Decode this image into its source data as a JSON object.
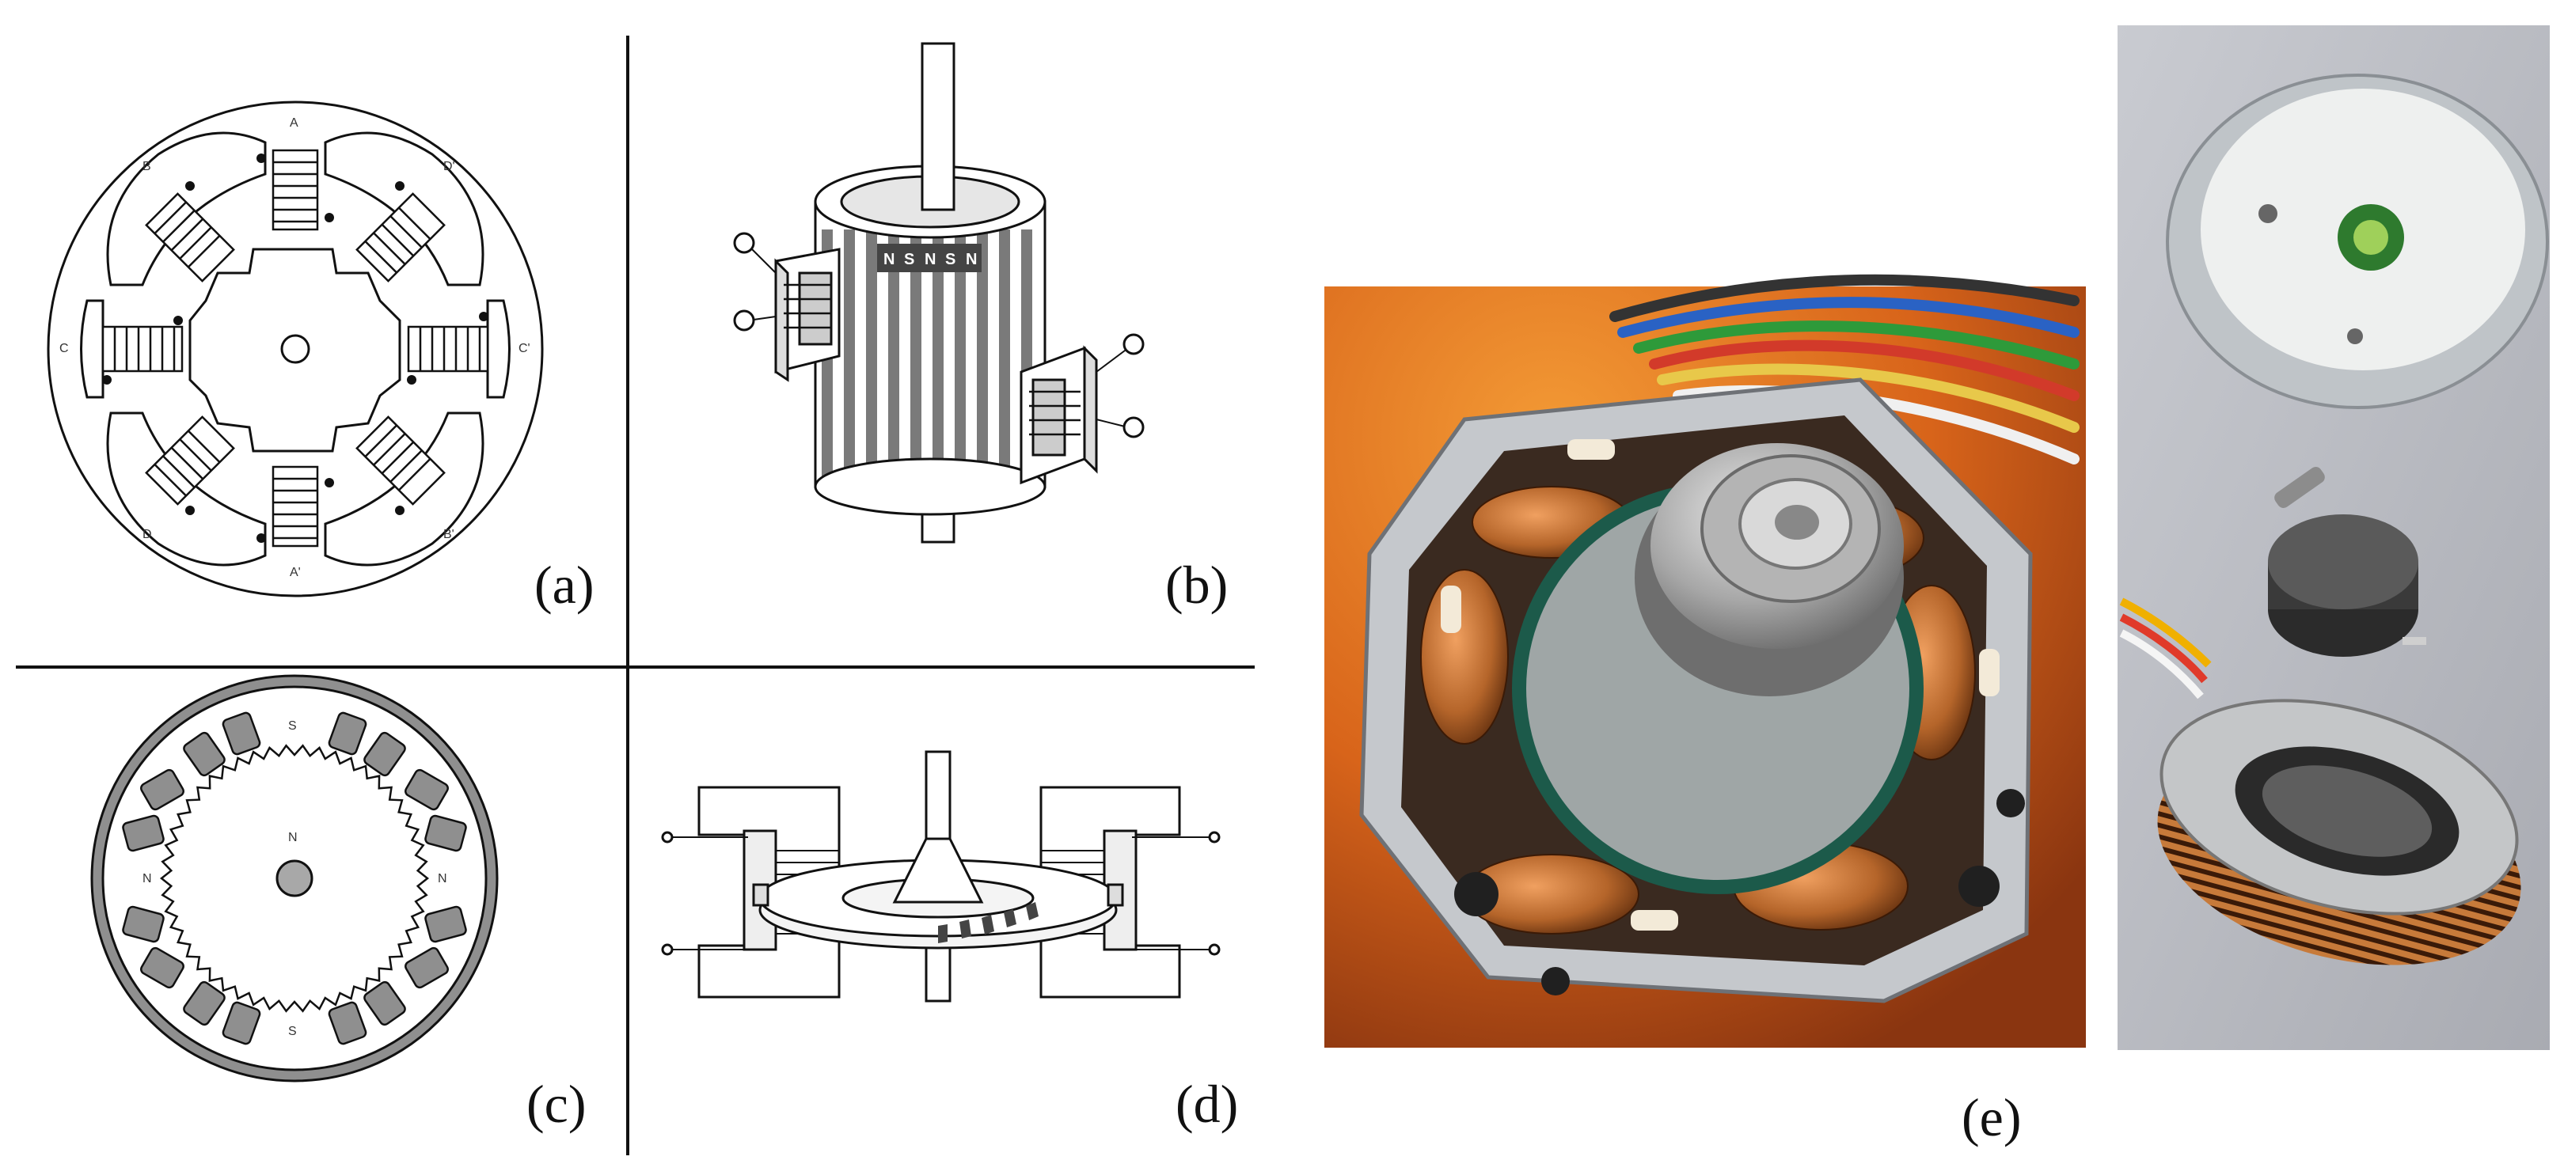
{
  "figure": {
    "panel_labels": {
      "a": "(a)",
      "b": "(b)",
      "c": "(c)",
      "d": "(d)",
      "e": "(e)"
    },
    "panel_a": {
      "pole_labels": [
        "A",
        "B",
        "C",
        "D",
        "A'",
        "B'",
        "C'",
        "D'"
      ]
    },
    "panel_b": {
      "magnet_labels": [
        "N",
        "S",
        "N",
        "S",
        "N"
      ]
    },
    "panel_c": {
      "rotor_label": "N",
      "stator_labels": [
        "S",
        "S",
        "N",
        "N"
      ]
    }
  },
  "colors": {
    "line": "#111111",
    "gray_fill": "#8f8f8f",
    "copper": "#b5652a",
    "orange_bg": "#e0751c"
  }
}
